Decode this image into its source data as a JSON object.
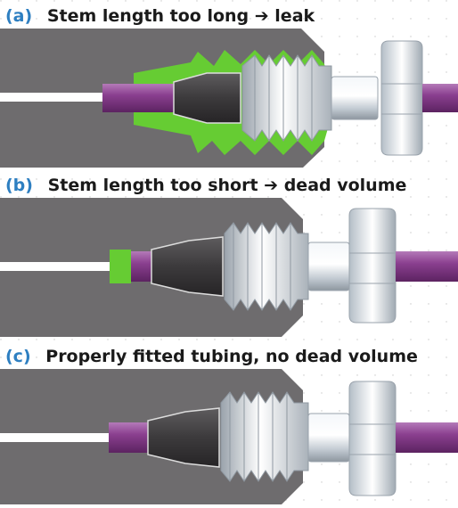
{
  "panels": [
    {
      "letter": "(a)",
      "caption": "Stem length too long ➔ leak",
      "state": "leak"
    },
    {
      "letter": "(b)",
      "caption": "Stem length too short  ➔ dead volume",
      "state": "dead-volume"
    },
    {
      "letter": "(c)",
      "caption": "Properly fitted tubing, no dead volume",
      "state": "proper"
    }
  ],
  "colors": {
    "port_body": "#6e6c6e",
    "tubing": "#8a3f8f",
    "ferrule": "#3c3a3c",
    "leak_highlight": "#66cc33",
    "metal": "#d3dbe2",
    "label_accent": "#2e7fc1"
  }
}
